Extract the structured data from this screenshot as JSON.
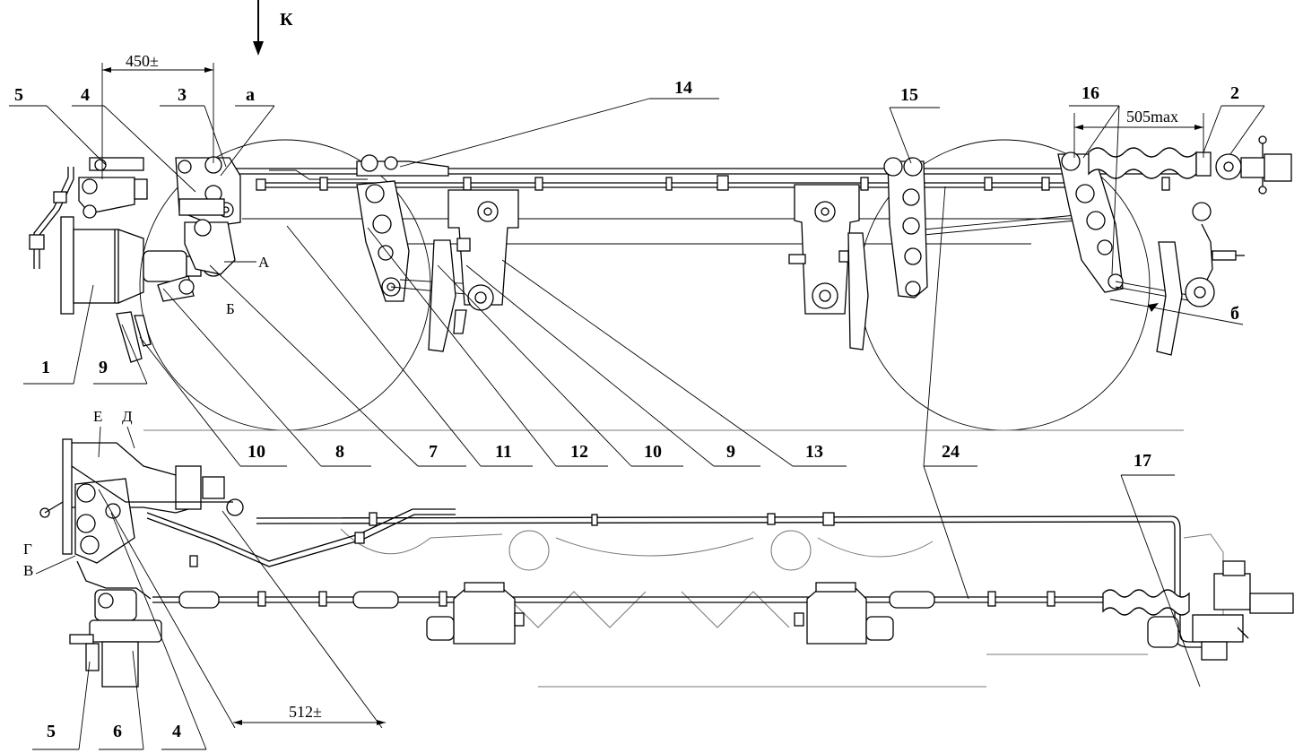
{
  "view_arrow": {
    "label": "К"
  },
  "dimensions": {
    "top_left": "450±",
    "top_right": "505max",
    "bottom": "512±"
  },
  "top_view_labels": {
    "l5": "5",
    "l4": "4",
    "l3": "3",
    "la": "а",
    "l14": "14",
    "l15": "15",
    "l16": "16",
    "l2": "2",
    "l1": "1",
    "l9a": "9",
    "l10a": "10",
    "l8": "8",
    "l7": "7",
    "l11": "11",
    "l12": "12",
    "l10b": "10",
    "l9b": "9",
    "l13": "13",
    "l24": "24",
    "lb": "б"
  },
  "section_marks": {
    "A": "А",
    "B": "Б",
    "V": "В",
    "G": "Г",
    "D": "Д",
    "E": "Е"
  },
  "bottom_view_labels": {
    "l17": "17",
    "l5": "5",
    "l6": "6",
    "l4": "4"
  }
}
